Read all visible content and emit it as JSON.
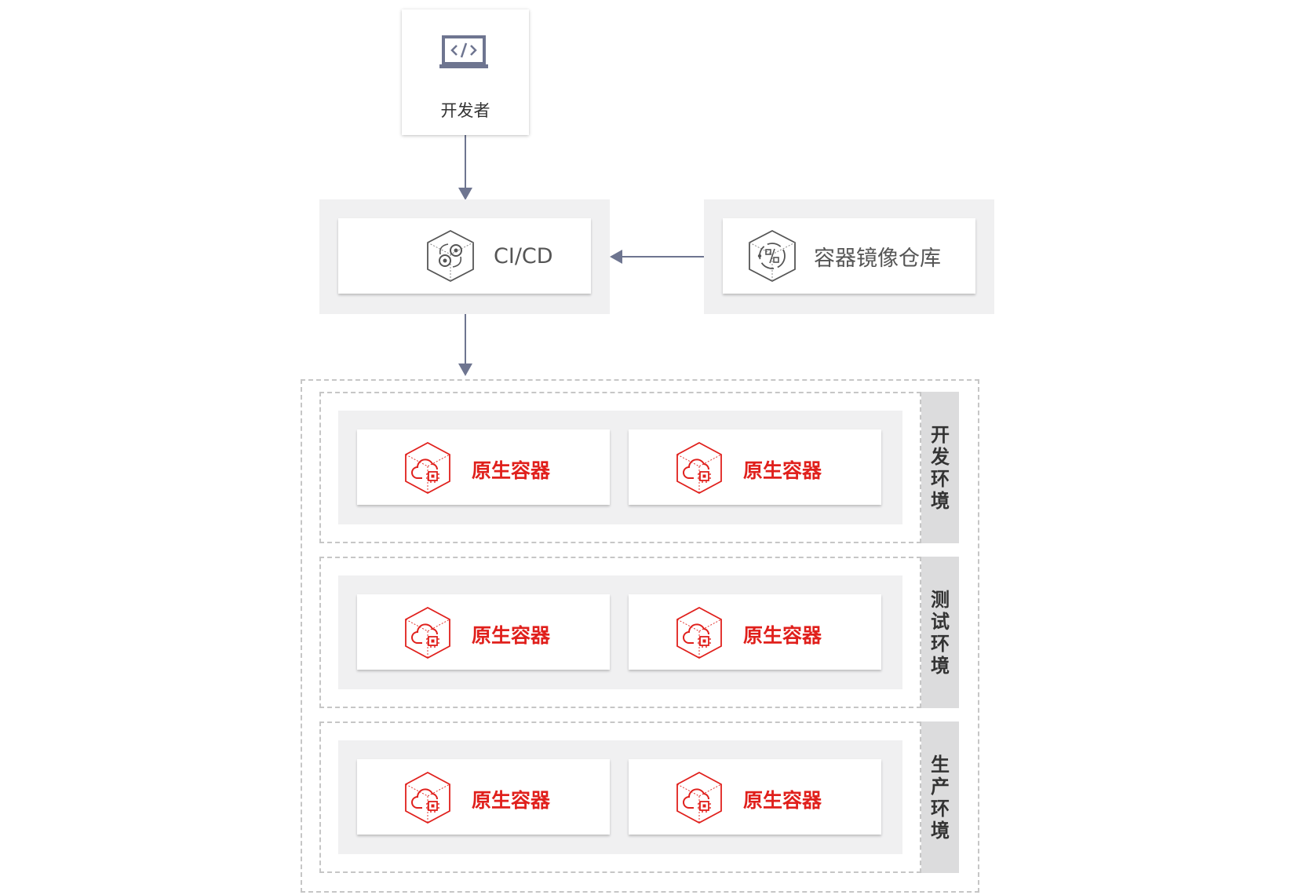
{
  "developer": {
    "label": "开发者",
    "icon": "laptop-code-icon"
  },
  "cicd": {
    "label": "CI/CD",
    "icon": "cicd-cube-icon"
  },
  "registry": {
    "label": "容器镜像仓库",
    "icon": "registry-cube-icon"
  },
  "environments": [
    {
      "chars": [
        "开",
        "发",
        "环",
        "境"
      ],
      "containers": [
        "原生容器",
        "原生容器"
      ]
    },
    {
      "chars": [
        "测",
        "试",
        "环",
        "境"
      ],
      "containers": [
        "原生容器",
        "原生容器"
      ]
    },
    {
      "chars": [
        "生",
        "产",
        "环",
        "境"
      ],
      "containers": [
        "原生容器",
        "原生容器"
      ]
    }
  ],
  "colors": {
    "accent": "#e0201c",
    "arrow": "#6e7590",
    "panel": "#f0f0f1",
    "tab": "#dcdcdd"
  }
}
